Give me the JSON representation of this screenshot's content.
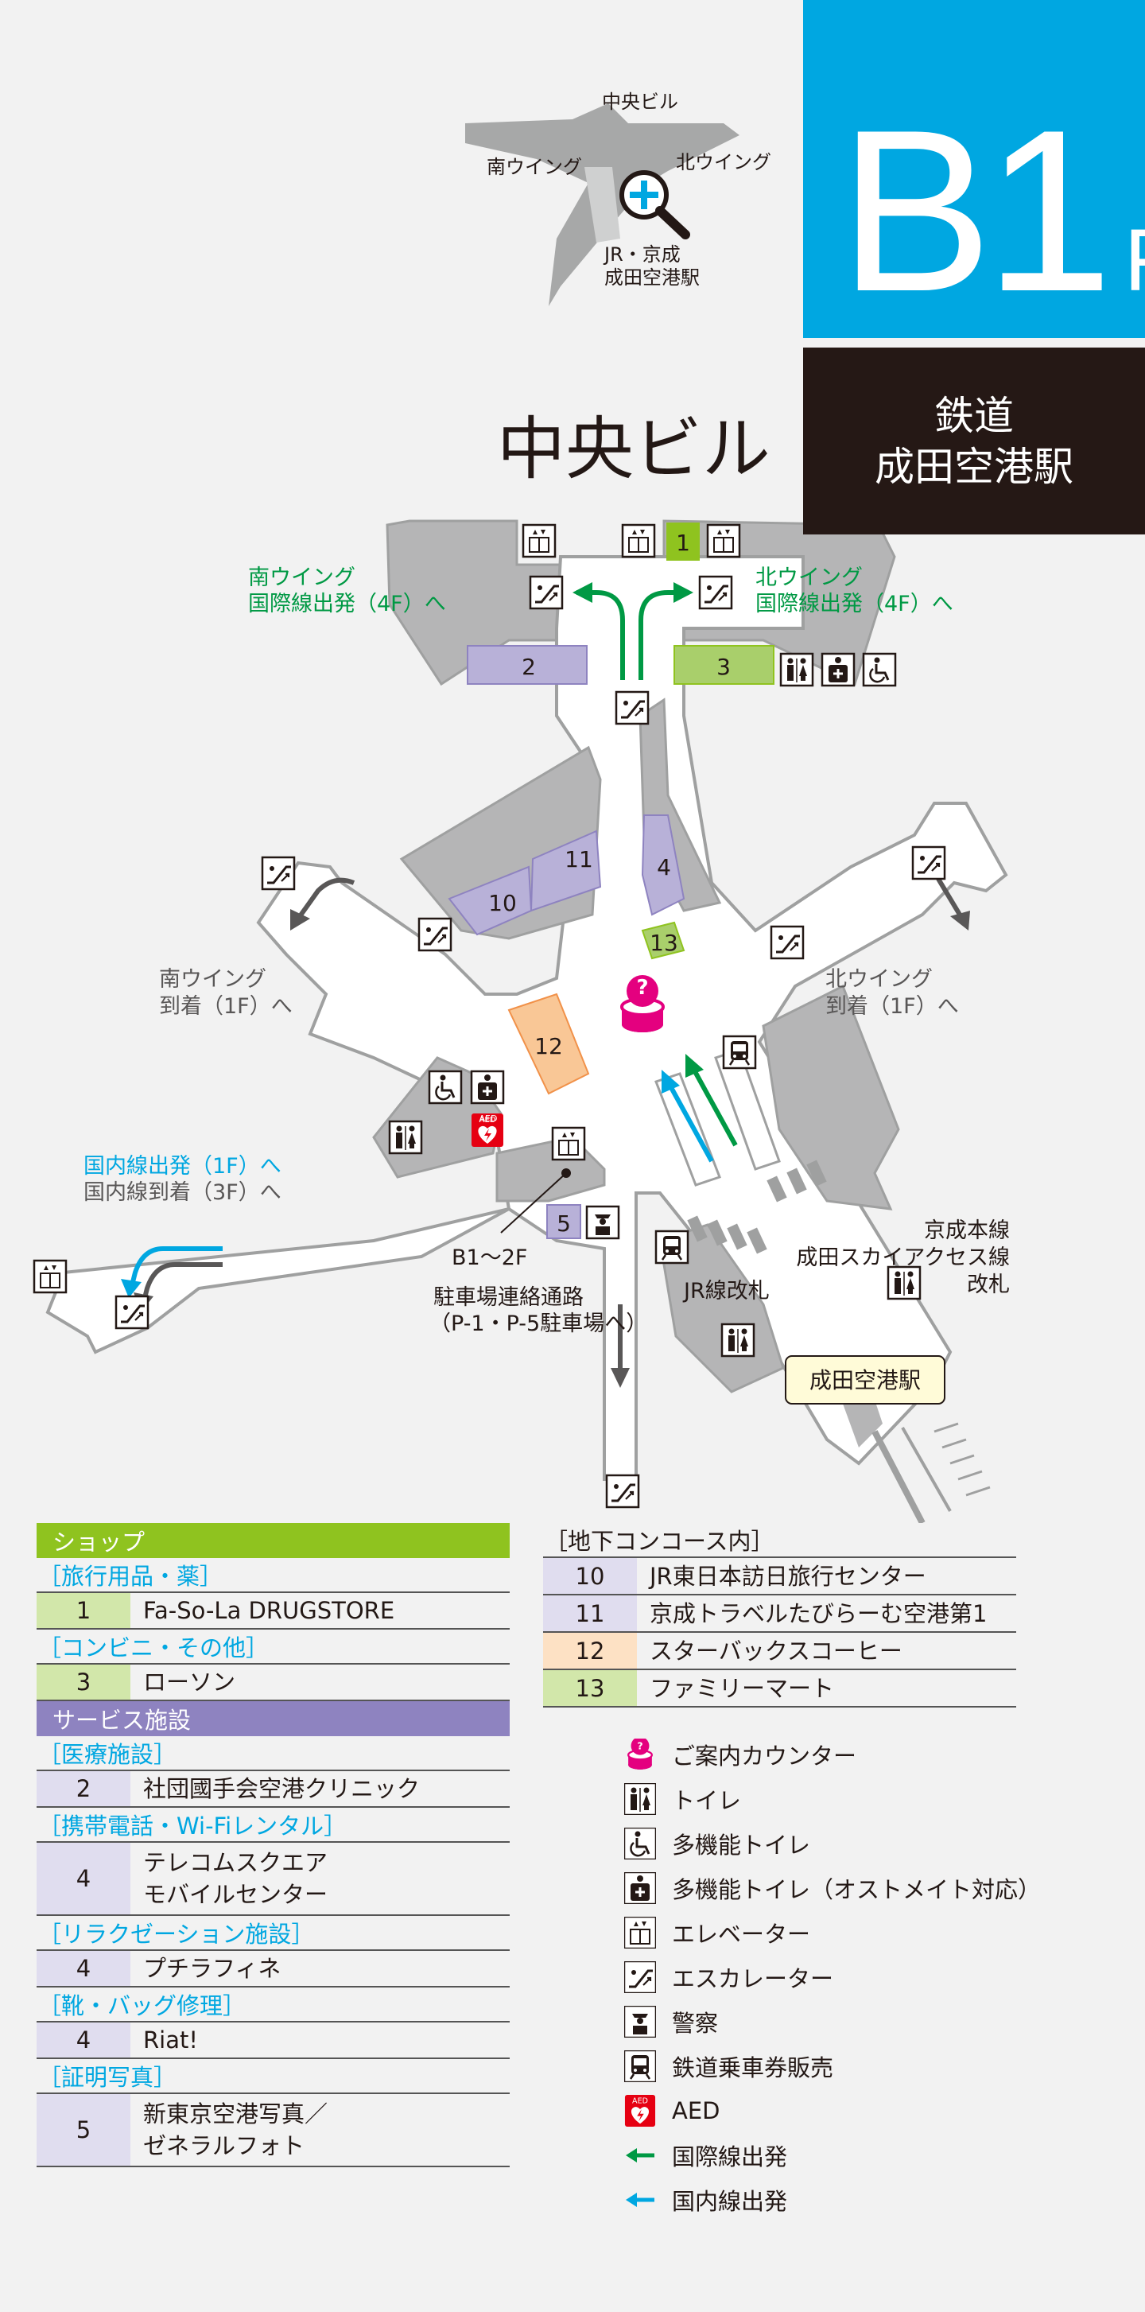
{
  "header": {
    "floor_main": "B1",
    "floor_suffix": "F",
    "area_line1": "鉄道",
    "area_line2": "成田空港駅",
    "building": "中央ビル"
  },
  "locator": {
    "central": "中央ビル",
    "south": "南ウイング",
    "north": "北ウイング",
    "station_line1": "JR・京成",
    "station_line2": "成田空港駅"
  },
  "map": {
    "south_intl_line1": "南ウイング",
    "south_intl_line2": "国際線出発（4F）へ",
    "north_intl_line1": "北ウイング",
    "north_intl_line2": "国際線出発（4F）へ",
    "south_arr_line1": "南ウイング",
    "south_arr_line2": "到着（1F）へ",
    "north_arr_line1": "北ウイング",
    "north_arr_line2": "到着（1F）へ",
    "domestic_dep": "国内線出発（1F）へ",
    "domestic_arr": "国内線到着（3F）へ",
    "b1_2f": "B1～2F",
    "parking_line1": "駐車場連絡通路",
    "parking_line2": "（P-1・P-5駐車場へ）",
    "jr_gate": "JR線改札",
    "keisei_line1": "京成本線",
    "keisei_line2": "成田スカイアクセス線",
    "keisei_line3": "改札",
    "station_label": "成田空港駅",
    "aed_label": "AED",
    "info_glyph": "?",
    "shop_numbers": {
      "s1": "1",
      "s2": "2",
      "s3": "3",
      "s4": "4",
      "s5": "5",
      "s10": "10",
      "s11": "11",
      "s12": "12",
      "s13": "13"
    }
  },
  "colors": {
    "shop": "#8fc31f",
    "service": "#8e83c0",
    "service_light": "#cfcbe6",
    "starbucks": "#f9c796",
    "family": "#a9cf6b",
    "cyan": "#00a7e1",
    "green": "#009944",
    "magenta": "#e4007f",
    "red": "#e60012",
    "dark": "#251815"
  },
  "legend": {
    "shop_header": "ショップ",
    "travel_cat": "［旅行用品・薬］",
    "travel_items": [
      {
        "num": "1",
        "name": "Fa-So-La DRUGSTORE"
      }
    ],
    "conv_cat": "［コンビニ・その他］",
    "conv_items": [
      {
        "num": "3",
        "name": "ローソン"
      }
    ],
    "service_header": "サービス施設",
    "medical_cat": "［医療施設］",
    "medical_items": [
      {
        "num": "2",
        "name": "社団國手会空港クリニック"
      }
    ],
    "mobile_cat": "［携帯電話・Wi-Fiレンタル］",
    "mobile_items": [
      {
        "num": "4",
        "name_line1": "テレコムスクエア",
        "name_line2": "モバイルセンター"
      }
    ],
    "relax_cat": "［リラクゼーション施設］",
    "relax_items": [
      {
        "num": "4",
        "name": "プチラフィネ"
      }
    ],
    "repair_cat": "［靴・バッグ修理］",
    "repair_items": [
      {
        "num": "4",
        "name": "Riat!"
      }
    ],
    "photo_cat": "［証明写真］",
    "photo_items": [
      {
        "num": "5",
        "name_line1": "新東京空港写真／",
        "name_line2": "ゼネラルフォト"
      }
    ],
    "underground_cat": "［地下コンコース内］",
    "underground_items": [
      {
        "num": "10",
        "name": "JR東日本訪日旅行センター"
      },
      {
        "num": "11",
        "name": "京成トラベルたびらーむ空港第1"
      },
      {
        "num": "12",
        "name": "スターバックスコーヒー"
      },
      {
        "num": "13",
        "name": "ファミリーマート"
      }
    ],
    "icons": [
      {
        "icon": "info-icon",
        "label": "ご案内カウンター"
      },
      {
        "icon": "toilet-icon",
        "label": "トイレ"
      },
      {
        "icon": "accessible-toilet-icon",
        "label": "多機能トイレ"
      },
      {
        "icon": "ostomate-toilet-icon",
        "label": "多機能トイレ（オストメイト対応）"
      },
      {
        "icon": "elevator-icon",
        "label": "エレベーター"
      },
      {
        "icon": "escalator-icon",
        "label": "エスカレーター"
      },
      {
        "icon": "police-icon",
        "label": "警察"
      },
      {
        "icon": "train-ticket-icon",
        "label": "鉄道乗車券販売"
      },
      {
        "icon": "aed-icon",
        "label": "AED"
      },
      {
        "icon": "green-arrow-icon",
        "label": "国際線出発"
      },
      {
        "icon": "blue-arrow-icon",
        "label": "国内線出発"
      }
    ]
  }
}
